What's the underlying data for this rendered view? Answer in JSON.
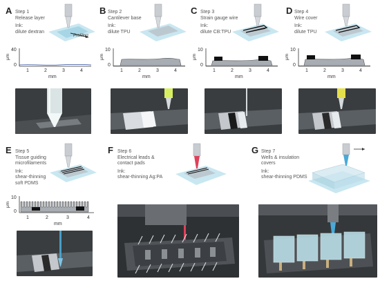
{
  "panels": [
    {
      "letter": "A",
      "step": "Step 1",
      "title": [
        "Release layer"
      ],
      "ink_label": "Ink:",
      "ink": [
        "dilute dextran"
      ],
      "overlay": "Profiling",
      "plot": {
        "ylabel": "μm",
        "yticks": [
          "40",
          "0"
        ],
        "xticks": [
          "1",
          "2",
          "3",
          "4"
        ],
        "xlabel": "mm"
      }
    },
    {
      "letter": "B",
      "step": "Step 2",
      "title": [
        "Cantilever base"
      ],
      "ink_label": "Ink:",
      "ink": [
        "dilute TPU"
      ],
      "plot": {
        "ylabel": "μm",
        "yticks": [
          "10",
          "0"
        ],
        "xticks": [
          "1",
          "2",
          "3",
          "4"
        ],
        "xlabel": "mm"
      }
    },
    {
      "letter": "C",
      "step": "Step 3",
      "title": [
        "Strain gauge wire"
      ],
      "ink_label": "Ink:",
      "ink": [
        "dilute CB:TPU"
      ],
      "plot": {
        "ylabel": "μm",
        "yticks": [
          "10",
          "0"
        ],
        "xticks": [
          "1",
          "2",
          "3",
          "4"
        ],
        "xlabel": "mm"
      }
    },
    {
      "letter": "D",
      "step": "Step 4",
      "title": [
        "Wire cover"
      ],
      "ink_label": "Ink:",
      "ink": [
        "dilute TPU"
      ],
      "plot": {
        "ylabel": "μm",
        "yticks": [
          "10",
          "0"
        ],
        "xticks": [
          "1",
          "2",
          "3",
          "4"
        ],
        "xlabel": "mm"
      }
    },
    {
      "letter": "E",
      "step": "Step 5",
      "title": [
        "Tissue guiding",
        "microfilaments"
      ],
      "ink_label": "Ink:",
      "ink": [
        "shear-thinning",
        "soft PDMS"
      ],
      "plot": {
        "ylabel": "μm",
        "yticks": [
          "10",
          "0"
        ],
        "xticks": [
          "1",
          "2",
          "3",
          "4"
        ],
        "xlabel": "mm"
      }
    },
    {
      "letter": "F",
      "step": "Step 6",
      "title": [
        "Electrical leads &",
        "contact pads"
      ],
      "ink_label": "Ink:",
      "ink": [
        "shear-thinning Ag:PA"
      ]
    },
    {
      "letter": "G",
      "step": "Step 7",
      "title": [
        "Wells & insulation",
        "covers"
      ],
      "ink_label": "Ink:",
      "ink": [
        "shear-thinning PDMS"
      ]
    }
  ],
  "colors": {
    "substrate": "#bfe3ee",
    "needle": "#c9cdd2",
    "tpu": "#b9c0c7",
    "carbon": "#111111",
    "silver_tip": "#e0405a",
    "pdms_tip": "#4aa9d6",
    "photo_bg": "#3a3d3f"
  }
}
